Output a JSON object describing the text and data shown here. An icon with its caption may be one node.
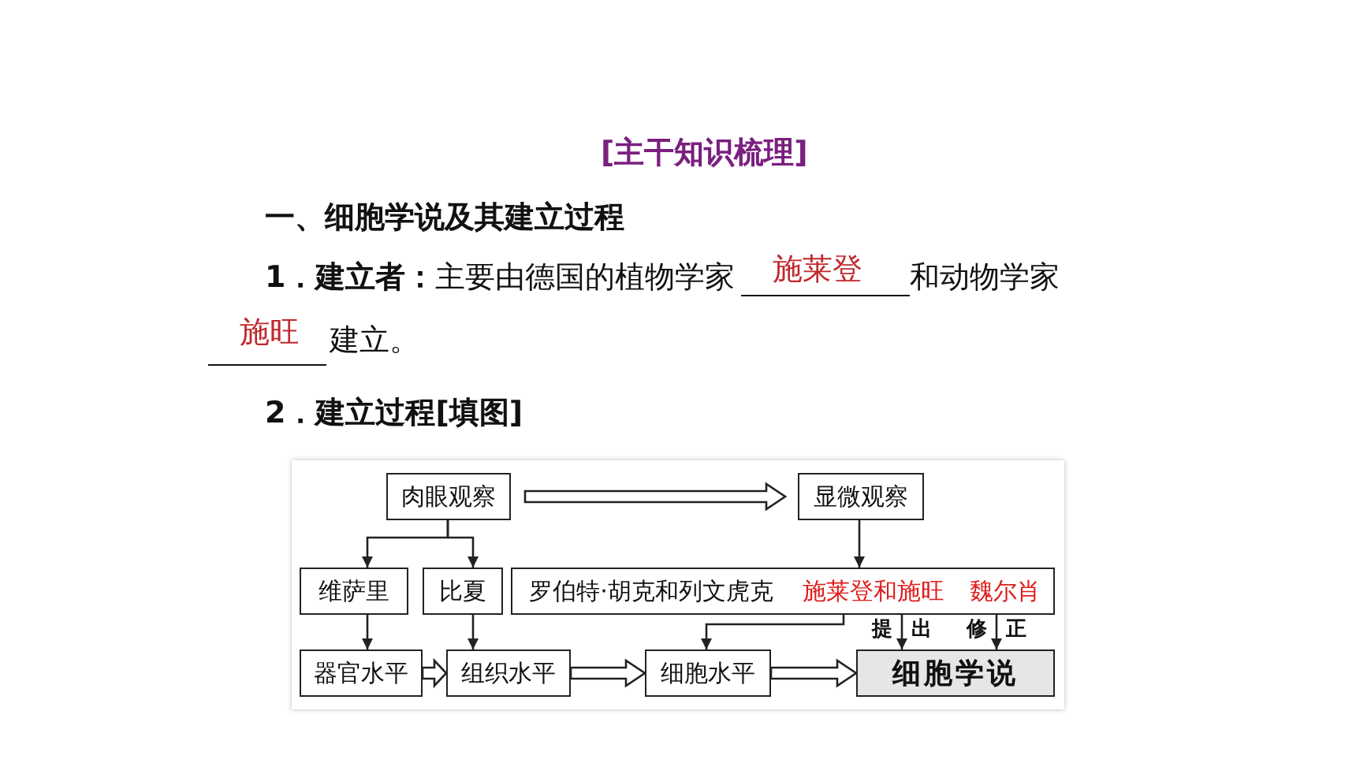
{
  "diagram": {
    "title": "[主干知识梳理]",
    "nodes": [
      {
        "text": [
          "肉眼观察"
        ]
      },
      {
        "text": [
          "显微观察"
        ]
      },
      {
        "text": [
          "维萨里"
        ]
      },
      {
        "text": [
          "比夏"
        ]
      },
      {
        "text": [
          "罗伯特·胡克和列文虎克"
        ]
      },
      {
        "text": [
          "施莱登和施旺"
        ]
      },
      {
        "text": [
          "魏尔肖"
        ]
      },
      {
        "text": [
          "器官水平"
        ]
      },
      {
        "text": [
          "组织水平"
        ]
      },
      {
        "text": [
          "细胞水平"
        ]
      },
      {
        "text": [
          "细胞学说"
        ]
      }
    ],
    "edges": [
      {
        "from": 0,
        "to": 2,
        "arrow": "to"
      },
      {
        "from": 0,
        "to": 3,
        "arrow": "to"
      },
      {
        "from": 0,
        "to": 1,
        "arrow": "to",
        "style": "thick"
      },
      {
        "from": 1,
        "to": 5,
        "arrow": "to"
      },
      {
        "from": 2,
        "to": 7,
        "arrow": "to"
      },
      {
        "from": 3,
        "to": 8,
        "arrow": "to"
      },
      {
        "from": 5,
        "to": 9,
        "arrow": "to"
      },
      {
        "from": 5,
        "to": 10,
        "arrow": "to",
        "label": "提出"
      },
      {
        "from": 6,
        "to": 10,
        "arrow": "to",
        "label": "修正"
      },
      {
        "from": 7,
        "to": 8,
        "arrow": "to",
        "style": "thick"
      },
      {
        "from": 8,
        "to": 9,
        "arrow": "to",
        "style": "thick"
      },
      {
        "from": 9,
        "to": 10,
        "arrow": "to",
        "style": "thick"
      }
    ],
    "labels": [
      "一、细胞学说及其建立过程",
      "**1．建立者：**主要由德国的植物学家",
      "施莱登",
      "和动物学家",
      "施旺",
      "建立。",
      "2．建立过程[填图]"
    ]
  }
}
